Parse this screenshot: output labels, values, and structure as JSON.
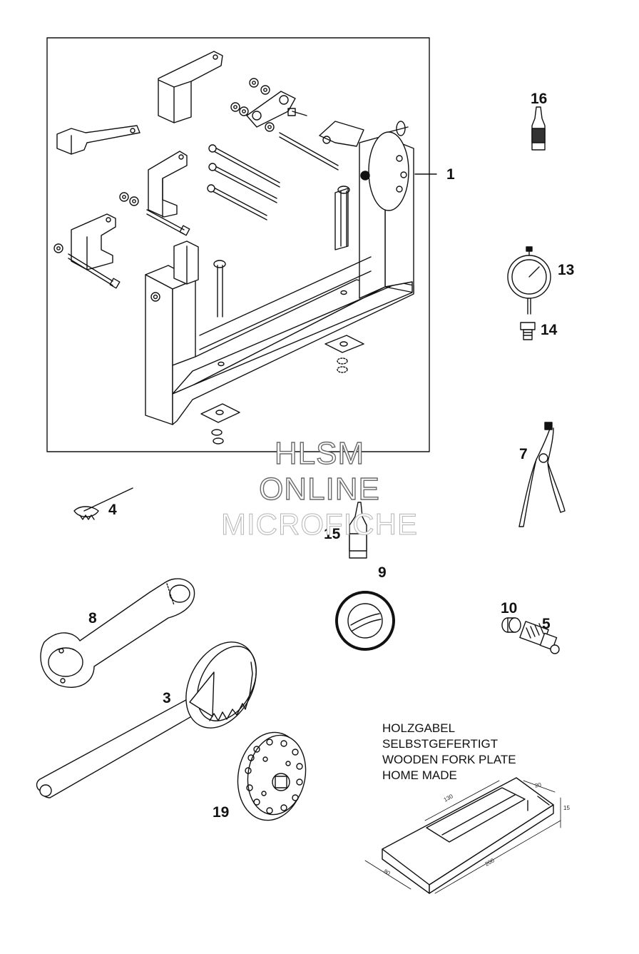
{
  "callouts": {
    "c1": "1",
    "c3": "3",
    "c4": "4",
    "c5": "5",
    "c7": "7",
    "c8": "8",
    "c9": "9",
    "c10": "10",
    "c13": "13",
    "c14": "14",
    "c15": "15",
    "c16": "16",
    "c19": "19"
  },
  "watermark": {
    "line1": "HLSM",
    "line2": "ONLINE",
    "line3": "MICROFICHE"
  },
  "note": {
    "line1": "HOLZGABEL",
    "line2": "SELBSTGEFERTIGT",
    "line3": "WOODEN FORK PLATE",
    "line4": "HOME MADE"
  },
  "dimensions": {
    "d130": "130",
    "d20": "20",
    "d15": "15",
    "d200": "200",
    "d80": "80"
  }
}
